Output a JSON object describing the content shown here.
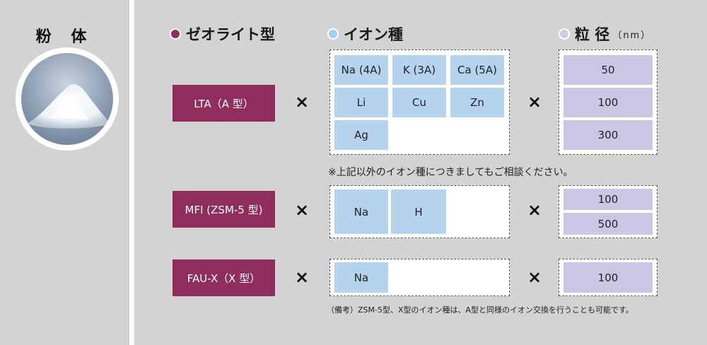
{
  "left": {
    "title": "粉 体"
  },
  "legend": {
    "zeolite": {
      "label": "ゼオライト型",
      "color": "#8f2d5d"
    },
    "ion": {
      "label": "イオン種",
      "color": "#a8cdea"
    },
    "size": {
      "label": "粒 径",
      "unit": "（nm）",
      "color": "#cfcbe6"
    }
  },
  "multiply_symbol": "×",
  "rows": [
    {
      "zeolite": "LTA（A 型）",
      "ions": [
        "Na (4A)",
        "K (3A)",
        "Ca (5A)",
        "Li",
        "Cu",
        "Zn",
        "Ag"
      ],
      "sizes": [
        "50",
        "100",
        "300"
      ]
    },
    {
      "zeolite": "MFI (ZSM-5 型)",
      "ions": [
        "Na",
        "H"
      ],
      "sizes": [
        "100",
        "500"
      ]
    },
    {
      "zeolite": "FAU-X（X 型）",
      "ions": [
        "Na"
      ],
      "sizes": [
        "100"
      ]
    }
  ],
  "note": "※上記以外のイオン種につきましてもご相談ください。",
  "footnote": "（備考）ZSM-5型、X型のイオン種は、A型と同様のイオン交換を行うことも可能です。"
}
